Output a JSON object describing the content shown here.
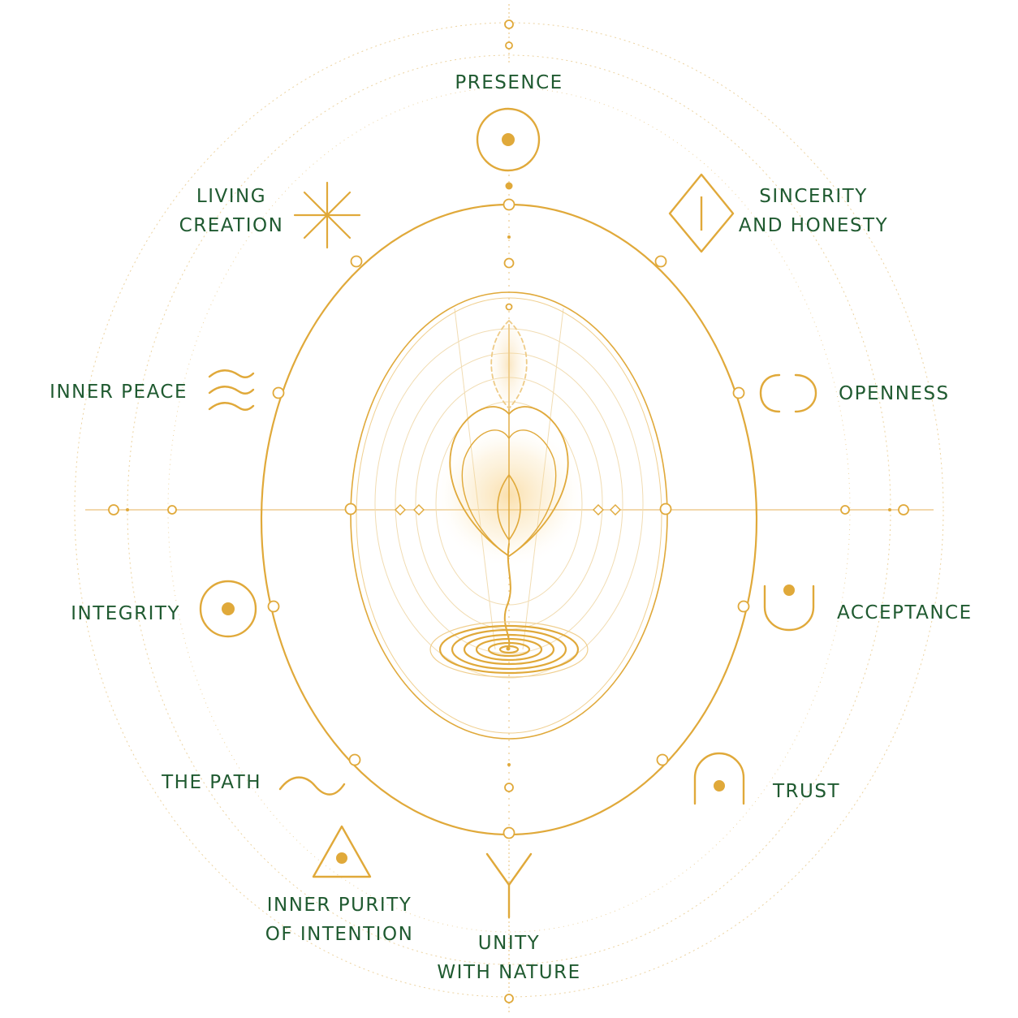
{
  "colors": {
    "gold": "#e0a93a",
    "gold_light": "#f0d9a3",
    "text_green": "#1f5a30",
    "background": "#ffffff"
  },
  "labels": {
    "presence": {
      "lines": [
        "PRESENCE"
      ],
      "icon": "circle-dot-icon"
    },
    "living_creation": {
      "lines": [
        "LIVING",
        "CREATION"
      ],
      "icon": "starburst-icon"
    },
    "sincerity": {
      "lines": [
        "SINCERITY",
        "AND HONESTY"
      ],
      "icon": "diamond-line-icon"
    },
    "inner_peace": {
      "lines": [
        "INNER PEACE"
      ],
      "icon": "waves-icon"
    },
    "openness": {
      "lines": [
        "OPENNESS"
      ],
      "icon": "open-brackets-icon"
    },
    "integrity": {
      "lines": [
        "INTEGRITY"
      ],
      "icon": "circle-dot-icon"
    },
    "acceptance": {
      "lines": [
        "ACCEPTANCE"
      ],
      "icon": "cup-dot-icon"
    },
    "the_path": {
      "lines": [
        "THE PATH"
      ],
      "icon": "wave-path-icon"
    },
    "trust": {
      "lines": [
        "TRUST"
      ],
      "icon": "arch-dot-icon"
    },
    "inner_purity": {
      "lines": [
        "INNER PURITY",
        "OF INTENTION"
      ],
      "icon": "triangle-dot-icon"
    },
    "unity": {
      "lines": [
        "UNITY",
        "WITH NATURE"
      ],
      "icon": "y-branch-icon"
    }
  },
  "center": {
    "icon": "sprouting-seed-icon",
    "ripple": "spiral-ripple-icon"
  }
}
